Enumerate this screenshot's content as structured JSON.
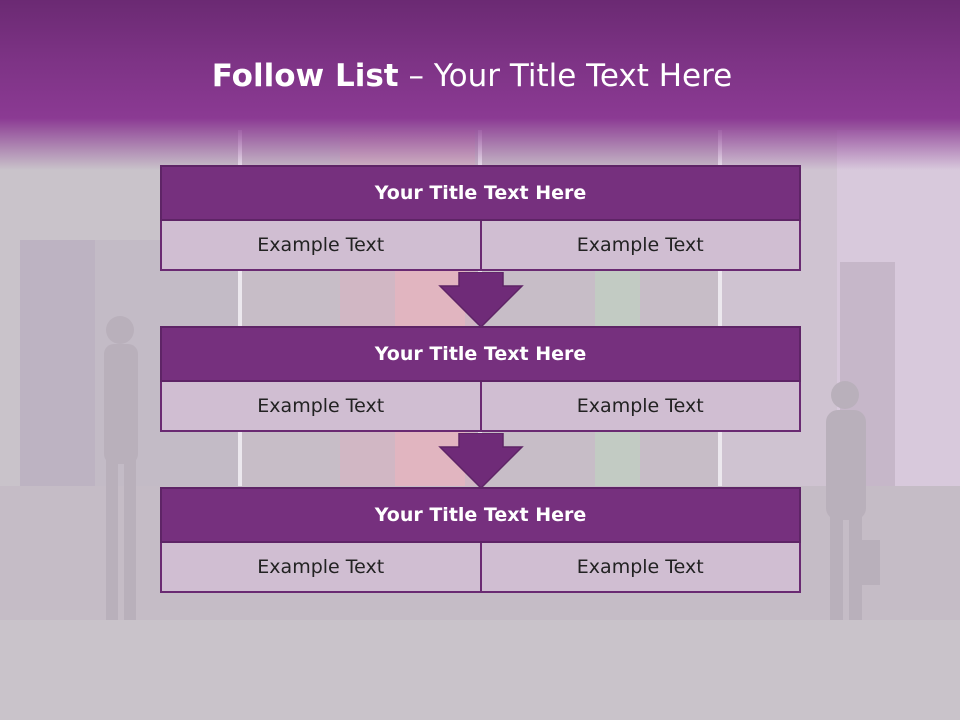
{
  "slide": {
    "title_strong": "Follow List",
    "title_rest": " – Your Title Text Here"
  },
  "steps": [
    {
      "title": "Your Title Text Here",
      "left": "Example Text",
      "right": "Example Text"
    },
    {
      "title": "Your Title Text Here",
      "left": "Example Text",
      "right": "Example Text"
    },
    {
      "title": "Your Title Text Here",
      "left": "Example Text",
      "right": "Example Text"
    }
  ],
  "colors": {
    "header": "#7d3385",
    "block_title": "#76307e",
    "cell": "#d0bed2",
    "arrow": "#6f2b78"
  }
}
